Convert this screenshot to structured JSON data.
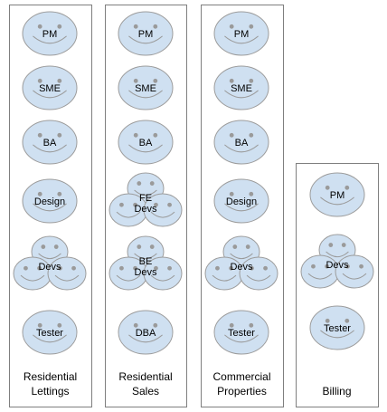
{
  "colors": {
    "face_fill": "#cfe0f1",
    "face_stroke": "#9c9c9c",
    "feature": "#9a9a9a",
    "panel_stroke": "#7f7f7f",
    "text": "#000000"
  },
  "teams": [
    {
      "name_lines": [
        "Residential",
        "Lettings"
      ],
      "roles": [
        {
          "label": [
            "PM"
          ],
          "kind": "single"
        },
        {
          "label": [
            "SME"
          ],
          "kind": "single"
        },
        {
          "label": [
            "BA"
          ],
          "kind": "single"
        },
        {
          "label": [
            "Design"
          ],
          "kind": "single"
        },
        {
          "label": [
            "Devs"
          ],
          "kind": "group"
        },
        {
          "label": [
            "Tester"
          ],
          "kind": "single"
        }
      ]
    },
    {
      "name_lines": [
        "Residential",
        "Sales"
      ],
      "roles": [
        {
          "label": [
            "PM"
          ],
          "kind": "single"
        },
        {
          "label": [
            "SME"
          ],
          "kind": "single"
        },
        {
          "label": [
            "BA"
          ],
          "kind": "single"
        },
        {
          "label": [
            "FE",
            "Devs"
          ],
          "kind": "group"
        },
        {
          "label": [
            "BE",
            "Devs"
          ],
          "kind": "group"
        },
        {
          "label": [
            "DBA"
          ],
          "kind": "single"
        }
      ]
    },
    {
      "name_lines": [
        "Commercial",
        "Properties"
      ],
      "roles": [
        {
          "label": [
            "PM"
          ],
          "kind": "single"
        },
        {
          "label": [
            "SME"
          ],
          "kind": "single"
        },
        {
          "label": [
            "BA"
          ],
          "kind": "single"
        },
        {
          "label": [
            "Design"
          ],
          "kind": "single"
        },
        {
          "label": [
            "Devs"
          ],
          "kind": "group"
        },
        {
          "label": [
            "Tester"
          ],
          "kind": "single"
        }
      ]
    },
    {
      "name_lines": [
        "Billing"
      ],
      "roles": [
        {
          "label": [
            "PM"
          ],
          "kind": "single"
        },
        {
          "label": [
            "Devs"
          ],
          "kind": "group"
        },
        {
          "label": [
            "Tester"
          ],
          "kind": "single"
        }
      ]
    }
  ]
}
